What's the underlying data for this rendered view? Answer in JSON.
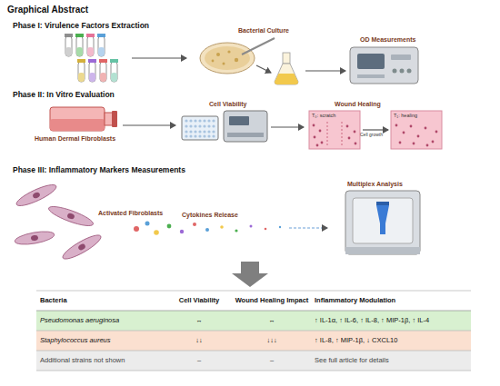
{
  "diagram": {
    "title": "Graphical Abstract",
    "labels": [
      "Phase I: Virulence Factors Extraction",
      "Bacterial Culture",
      "OD Measurements",
      "Phase II: In Vitro Evaluation",
      "Human Dermal Fibroblasts",
      "Cell Viability",
      "Wound Healing",
      "T₀: scratch",
      "Cell growth",
      "T₁: healing",
      "Phase III: Inflammatory Markers Measurements",
      "Activated Fibroblasts",
      "Cytokines Release",
      "Multiplex Analysis",
      "Bacteria",
      "Cell Viability",
      "Wound Healing Impact",
      "Inflammatory Modulation",
      "Pseudomonas aeruginosa",
      "↔",
      "↔",
      "↑ IL-1α, ↑ IL-6, ↑ IL-8, ↑ MIP-1β, ↑ IL-4",
      "Staphylococcus aureus",
      "↓↓",
      "↓↓↓",
      "↑ IL-8, ↑ MIP-1β, ↓ CXCL10",
      "Additional strains not shown",
      "–",
      "–",
      "See full article for details"
    ]
  }
}
